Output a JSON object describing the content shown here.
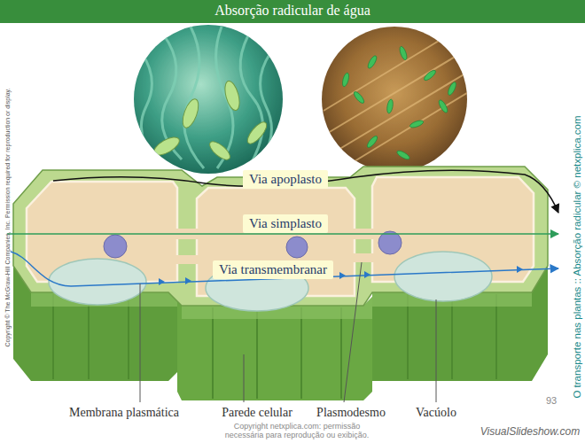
{
  "diagram": {
    "title": "Absorção radicular de água",
    "nodes": [
      {
        "text": [
          "Via apoplasto"
        ]
      },
      {
        "text": [
          "Via simplasto"
        ]
      },
      {
        "text": [
          "Via transmembranar"
        ]
      }
    ],
    "labels": [
      "Copyright © The McGraw-Hill Companies, Inc. Permission required for reproduction or display.",
      "O transporte nas plantas :: Absorção radicular © netxplica.com",
      "Membrana plasmática",
      "Parede celular",
      "Plasmodesmo",
      "Vacúolo",
      "Copyright netxplica.com: permissão necessária para reprodução ou exibição.",
      "93",
      "VisualSlideshow.com"
    ]
  }
}
